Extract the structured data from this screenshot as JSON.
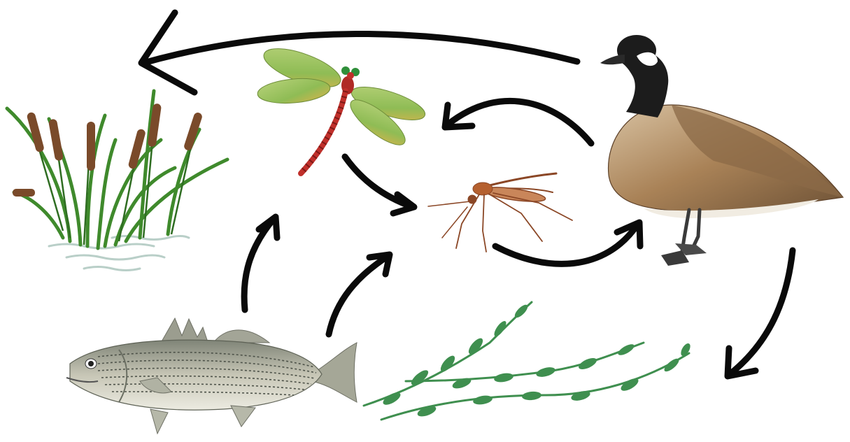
{
  "diagram": {
    "type": "food-web",
    "organisms": [
      {
        "id": "cattail",
        "icon": "cattail-plant-icon"
      },
      {
        "id": "dragonfly",
        "icon": "dragonfly-icon"
      },
      {
        "id": "mosquito",
        "icon": "mosquito-icon"
      },
      {
        "id": "goose",
        "icon": "canada-goose-icon"
      },
      {
        "id": "striped-bass",
        "icon": "striped-bass-fish-icon"
      },
      {
        "id": "waterweed",
        "icon": "aquatic-plant-icon"
      }
    ],
    "arrows": [
      {
        "from": "goose",
        "to": "cattail"
      },
      {
        "from": "goose",
        "to": "dragonfly"
      },
      {
        "from": "dragonfly",
        "to": "mosquito"
      },
      {
        "from": "mosquito",
        "to": "goose"
      },
      {
        "from": "goose",
        "to": "waterweed"
      },
      {
        "from": "striped-bass",
        "to": "dragonfly"
      },
      {
        "from": "striped-bass",
        "to": "mosquito"
      }
    ],
    "colors": {
      "arrow": "#0a0a0a",
      "cattail_leaf": "#3f8a2c",
      "cattail_head": "#7a4a2a",
      "water": "#b9cfc8",
      "dragonfly_wing": "#9cc25a",
      "dragonfly_body": "#c0302b",
      "mosquito": "#a0522d",
      "goose_body": "#b08a63",
      "goose_neck": "#1c1c1c",
      "fish_body": "#b9b9a8",
      "weed": "#3f8f4f"
    }
  }
}
